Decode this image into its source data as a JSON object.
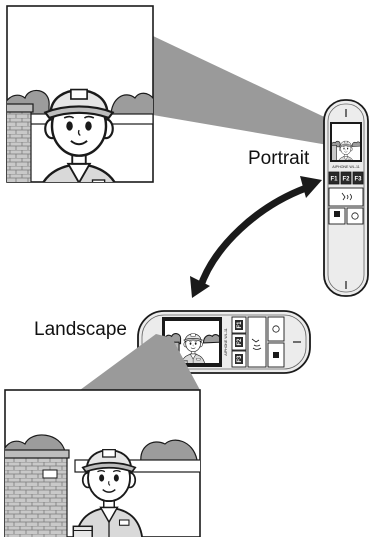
{
  "labels": {
    "portrait": "Portrait",
    "landscape": "Landscape"
  },
  "device": {
    "brand_text": "AIPHONE WL-11",
    "buttons": [
      "F1",
      "F2",
      "F3"
    ]
  },
  "colors": {
    "outline": "#1a1a1a",
    "beam": "#9a9a9a",
    "device_body": "#ececec",
    "button_fill": "#2a2a2a",
    "bush": "#9c9c9c",
    "wall": "#bdbdbd"
  }
}
